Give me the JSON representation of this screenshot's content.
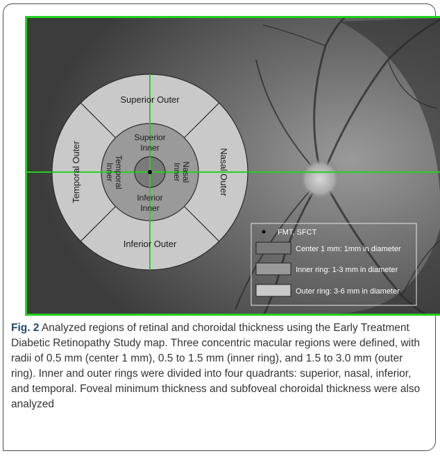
{
  "figure": {
    "regions": {
      "superior_outer": "Superior Outer",
      "inferior_outer": "Inferior Outer",
      "temporal_outer": "Temporal Outer",
      "nasal_outer": "Nasal Outer",
      "superior_inner_1": "Superior",
      "superior_inner_2": "Inner",
      "inferior_inner_1": "Inferior",
      "inferior_inner_2": "Inner",
      "temporal_inner_1": "Temporal",
      "temporal_inner_2": "Inner",
      "nasal_inner_1": "Nasal",
      "nasal_inner_2": "Inner"
    },
    "legend": {
      "dot_label": "FMT, SFCT",
      "center_label": "Center 1 mm: 1mm in diameter",
      "inner_label": "Inner ring: 1-3 mm in diameter",
      "outer_label": "Outer ring: 3-6 mm in diameter"
    },
    "colors": {
      "grid_line": "#22d31e",
      "outer_ring": "#c9c9c9",
      "inner_ring": "#9a9a9a",
      "center": "#7a7a7a"
    }
  },
  "caption": {
    "label": "Fig. 2",
    "text": " Analyzed regions of retinal and choroidal thickness using the Early Treatment Diabetic Retinopathy Study map. Three concentric macular regions were defined, with radii of 0.5 mm (center 1 mm), 0.5 to 1.5 mm (inner ring), and 1.5 to 3.0 mm (outer ring). Inner and outer rings were divided into four quadrants: superior, nasal, inferior, and temporal. Foveal minimum thickness and subfoveal choroidal thickness were also analyzed"
  }
}
